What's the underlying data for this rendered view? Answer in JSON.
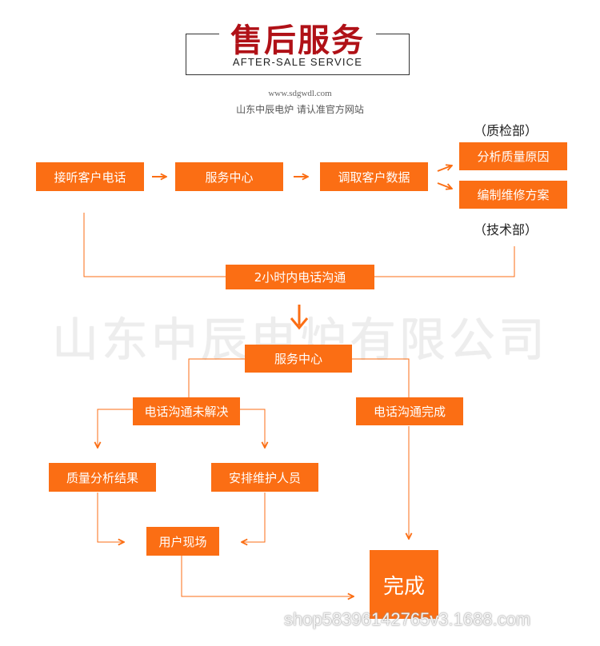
{
  "header": {
    "title_cn": "售后服务",
    "title_en": "AFTER-SALE  SERVICE",
    "site_url": "www.sdgwdl.com",
    "tagline": "山东中辰电炉 请认准官方网站"
  },
  "flow": {
    "answer_call": "接听客户电话",
    "service_center_top": "服务中心",
    "retrieve_data": "调取客户数据",
    "analyze_cause": "分析质量原因",
    "repair_plan": "编制维修方案",
    "qc_dept": "（质检部）",
    "tech_dept": "（技术部）",
    "two_hour_call": "2小时内电话沟通",
    "service_center": "服务中心",
    "unresolved": "电话沟通未解决",
    "resolved": "电话沟通完成",
    "quality_result": "质量分析结果",
    "assign_staff": "安排维护人员",
    "onsite": "用户现场",
    "complete": "完成"
  },
  "watermark": "山东中辰电炉有限公司",
  "footer_url": "shop58396142765v3.1688.com",
  "colors": {
    "accent": "#fb6e14",
    "title_red": "#b01117",
    "line": "#fb6e14"
  }
}
